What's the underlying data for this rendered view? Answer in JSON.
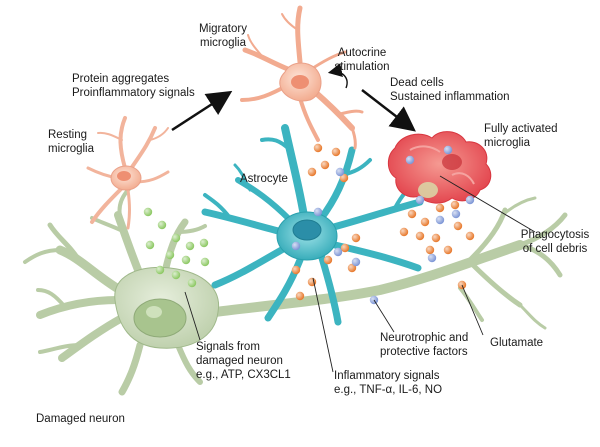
{
  "labels": {
    "migratory_microglia": "Migratory\nmicroglia",
    "autocrine_stimulation": "Autocrine\nstimulation",
    "protein_aggregates": "Protein aggregates\nProinflammatory signals",
    "dead_cells": "Dead cells\nSustained inflammation",
    "resting_microglia": "Resting\nmicroglia",
    "fully_activated_microglia": "Fully activated\nmicroglia",
    "astrocyte": "Astrocyte",
    "phagocytosis": "Phagocytosis\nof cell debris",
    "signals_from_damaged_neuron": "Signals from\ndamaged neuron\ne.g., ATP, CX3CL1",
    "neurotrophic_factors": "Neurotrophic and\nprotective factors",
    "glutamate": "Glutamate",
    "inflammatory_signals": "Inflammatory signals\ne.g., TNF-α, IL-6, NO",
    "damaged_neuron": "Damaged neuron"
  },
  "colors": {
    "neuron": "#cfdcc0",
    "neuron_stroke": "#8faa78",
    "astrocyte": "#3fb8c4",
    "microglia_resting": "#f6c4ad",
    "microglia_activated": "#ee5a5e",
    "green_dot": "#8cc862",
    "orange_dot": "#e8792c",
    "blue_dot": "#7d96d6",
    "arrow": "#111111"
  }
}
